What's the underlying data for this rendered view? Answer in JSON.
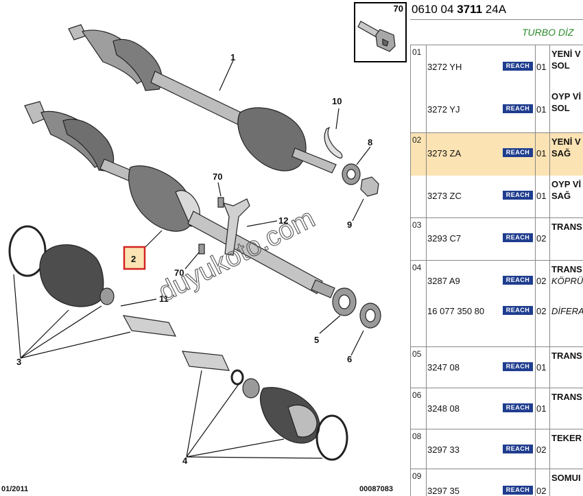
{
  "diagram": {
    "callouts": [
      "1",
      "2",
      "3",
      "4",
      "5",
      "6",
      "8",
      "9",
      "10",
      "11",
      "12",
      "70",
      "70"
    ],
    "footer_left": "01/2011",
    "footer_right": "00087083",
    "watermark": "duyukoto.com",
    "detail_ref": "70",
    "highlight_color": "#d22222",
    "highlight_fill": "#fbe3b3"
  },
  "panel": {
    "code_prefix": "0610 04 ",
    "code_bold": "3711",
    "code_suffix": " 24A",
    "turbo_label": "TURBO DİZ",
    "reach_label": "REACH",
    "rows": [
      {
        "idx": "01",
        "parts": [
          {
            "ref": "3272 YH",
            "qty": "01",
            "desc1": "YENİ V",
            "desc2": "SOL"
          },
          {
            "ref": "3272 YJ",
            "qty": "01",
            "desc1": "OYP Vİ",
            "desc2": "SOL"
          }
        ]
      },
      {
        "idx": "02",
        "parts": [
          {
            "ref": "3273 ZA",
            "qty": "01",
            "desc1": "YENİ V",
            "desc2": "SAĞ"
          },
          {
            "ref": "3273 ZC",
            "qty": "01",
            "desc1": "OYP Vİ",
            "desc2": "SAĞ"
          }
        ]
      },
      {
        "idx": "03",
        "parts": [
          {
            "ref": "3293 C7",
            "qty": "02",
            "desc1": "TRANS"
          }
        ]
      },
      {
        "idx": "04",
        "parts": [
          {
            "ref": "3287 A9",
            "qty": "02",
            "desc1": "TRANS",
            "sub": "KÖPRÜ"
          },
          {
            "ref": "16 077 350 80",
            "qty": "02",
            "sub": "DİFERA"
          }
        ]
      },
      {
        "idx": "05",
        "parts": [
          {
            "ref": "3247 08",
            "qty": "01",
            "desc1": "TRANS"
          }
        ]
      },
      {
        "idx": "06",
        "parts": [
          {
            "ref": "3248 08",
            "qty": "01",
            "desc1": "TRANS"
          }
        ]
      },
      {
        "idx": "08",
        "parts": [
          {
            "ref": "3297 33",
            "qty": "02",
            "desc1": "TEKER"
          }
        ]
      },
      {
        "idx": "09",
        "parts": [
          {
            "ref": "3297 35",
            "qty": "02",
            "desc1": "SOMUI"
          }
        ]
      }
    ]
  }
}
